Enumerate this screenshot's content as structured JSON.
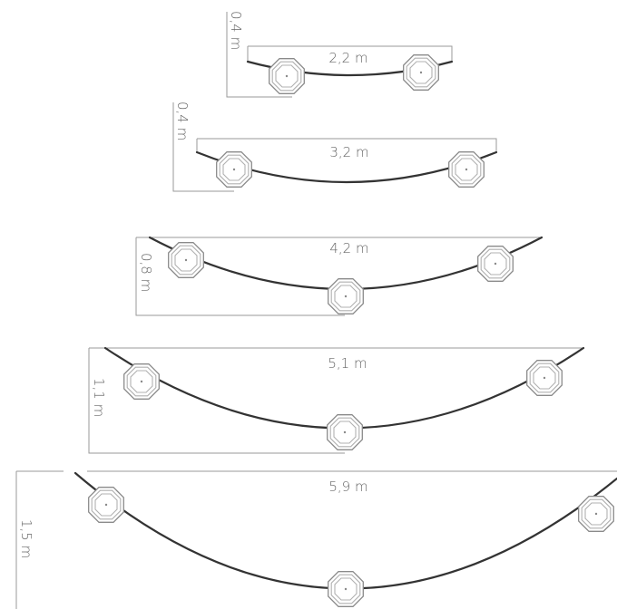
{
  "diagram": {
    "colors": {
      "cable": "#333333",
      "dimension_line": "#9a9a9a",
      "label": "#666666",
      "lamp_outline": "#8a8a8a"
    },
    "lamp_icon": "octagon-lamp-icon",
    "configurations": [
      {
        "id": "cfg-1",
        "width_label": "2,2 m",
        "sag_label": "0,4 m",
        "lamps": 2
      },
      {
        "id": "cfg-2",
        "width_label": "3,2 m",
        "sag_label": "0,4 m",
        "lamps": 2
      },
      {
        "id": "cfg-3",
        "width_label": "4,2 m",
        "sag_label": "0,8 m",
        "lamps": 3
      },
      {
        "id": "cfg-4",
        "width_label": "5,1 m",
        "sag_label": "1,1 m",
        "lamps": 3
      },
      {
        "id": "cfg-5",
        "width_label": "5,9 m",
        "sag_label": "1,5 m",
        "lamps": 3
      }
    ]
  }
}
